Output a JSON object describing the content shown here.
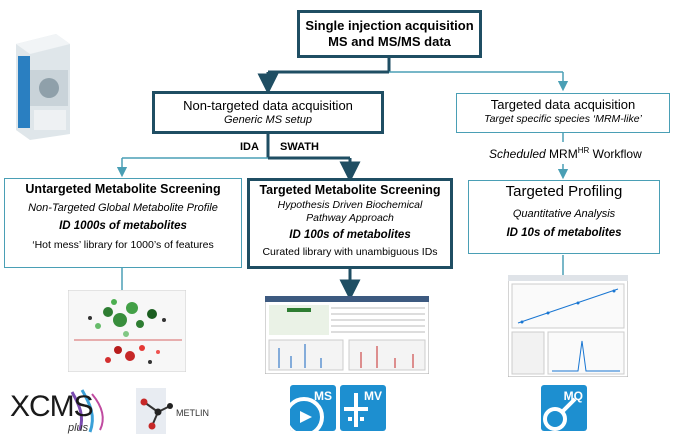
{
  "top": {
    "line1": "Single injection acquisition",
    "line2": "MS and MS/MS data"
  },
  "nontargeted": {
    "title": "Non-targeted  data acquisition",
    "subtitle": "Generic MS setup"
  },
  "targeted_acq": {
    "title": "Targeted data acquisition",
    "subtitle": "Target specific species ‘MRM-like’"
  },
  "labels": {
    "ida": "IDA",
    "swath": "SWATH",
    "scheduled_pre": "Scheduled ",
    "scheduled_mrm": "MRM",
    "scheduled_sup": "HR",
    "scheduled_post": " Workflow"
  },
  "untargeted": {
    "title": "Untargeted Metabolite Screening",
    "subtitle": "Non-Targeted  Global Metabolite Profile",
    "id": "ID 1000s  of metabolites",
    "note": "‘Hot mess’ library for 1000’s of features"
  },
  "targeted_screen": {
    "title": "Targeted Metabolite Screening",
    "sub1": "Hypothesis Driven Biochemical",
    "sub2": "Pathway Approach",
    "id": "ID 100s  of metabolites",
    "note": "Curated  library with unambiguous  IDs"
  },
  "profiling": {
    "title": "Targeted  Profiling",
    "subtitle": "Quantitative Analysis",
    "id": "ID 10s  of metabolites"
  },
  "logos": {
    "xcms": "XCMS",
    "xcms_sub": "plus",
    "metlin": "METLIN",
    "ms": "MS",
    "mv": "MV",
    "mq": "MQ"
  },
  "colors": {
    "dark": "#1f4e63",
    "light": "#4a9fb5",
    "logo_blue": "#1d8fd0"
  }
}
